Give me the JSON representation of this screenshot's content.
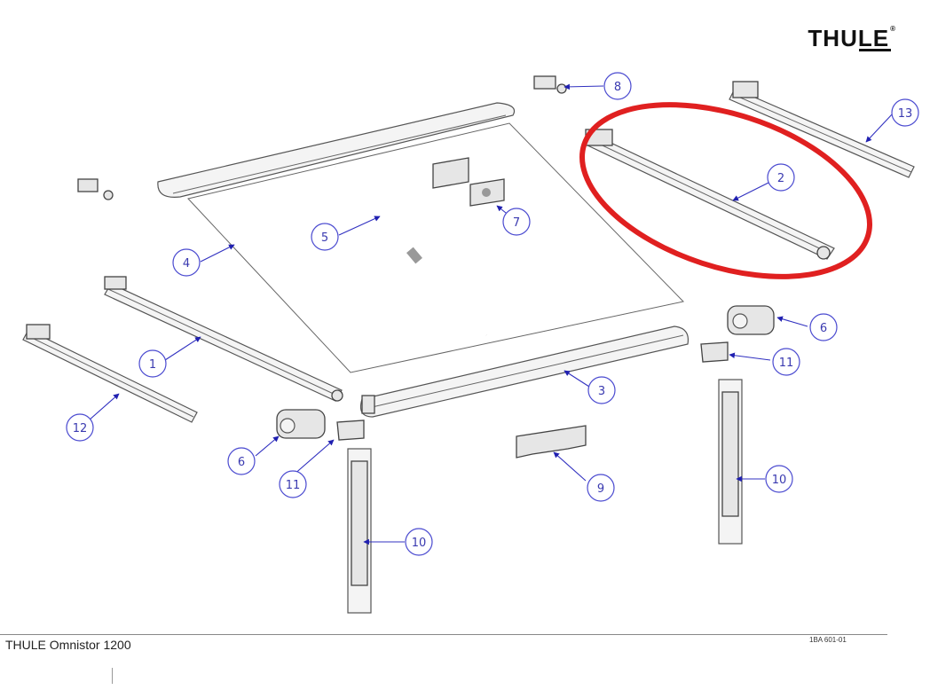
{
  "brand": {
    "logo_text": "THULE",
    "registered": "®"
  },
  "footer": {
    "title": "THULE Omnistor 1200",
    "code": "1BA 601-01"
  },
  "callouts": [
    "1",
    "2",
    "3",
    "4",
    "5",
    "6",
    "6",
    "7",
    "8",
    "9",
    "10",
    "10",
    "11",
    "11",
    "12",
    "13"
  ],
  "highlight": {
    "color": "#e02020",
    "target": "2"
  },
  "colors": {
    "callout": "#3a3ab0",
    "leader": "#3030c0"
  }
}
